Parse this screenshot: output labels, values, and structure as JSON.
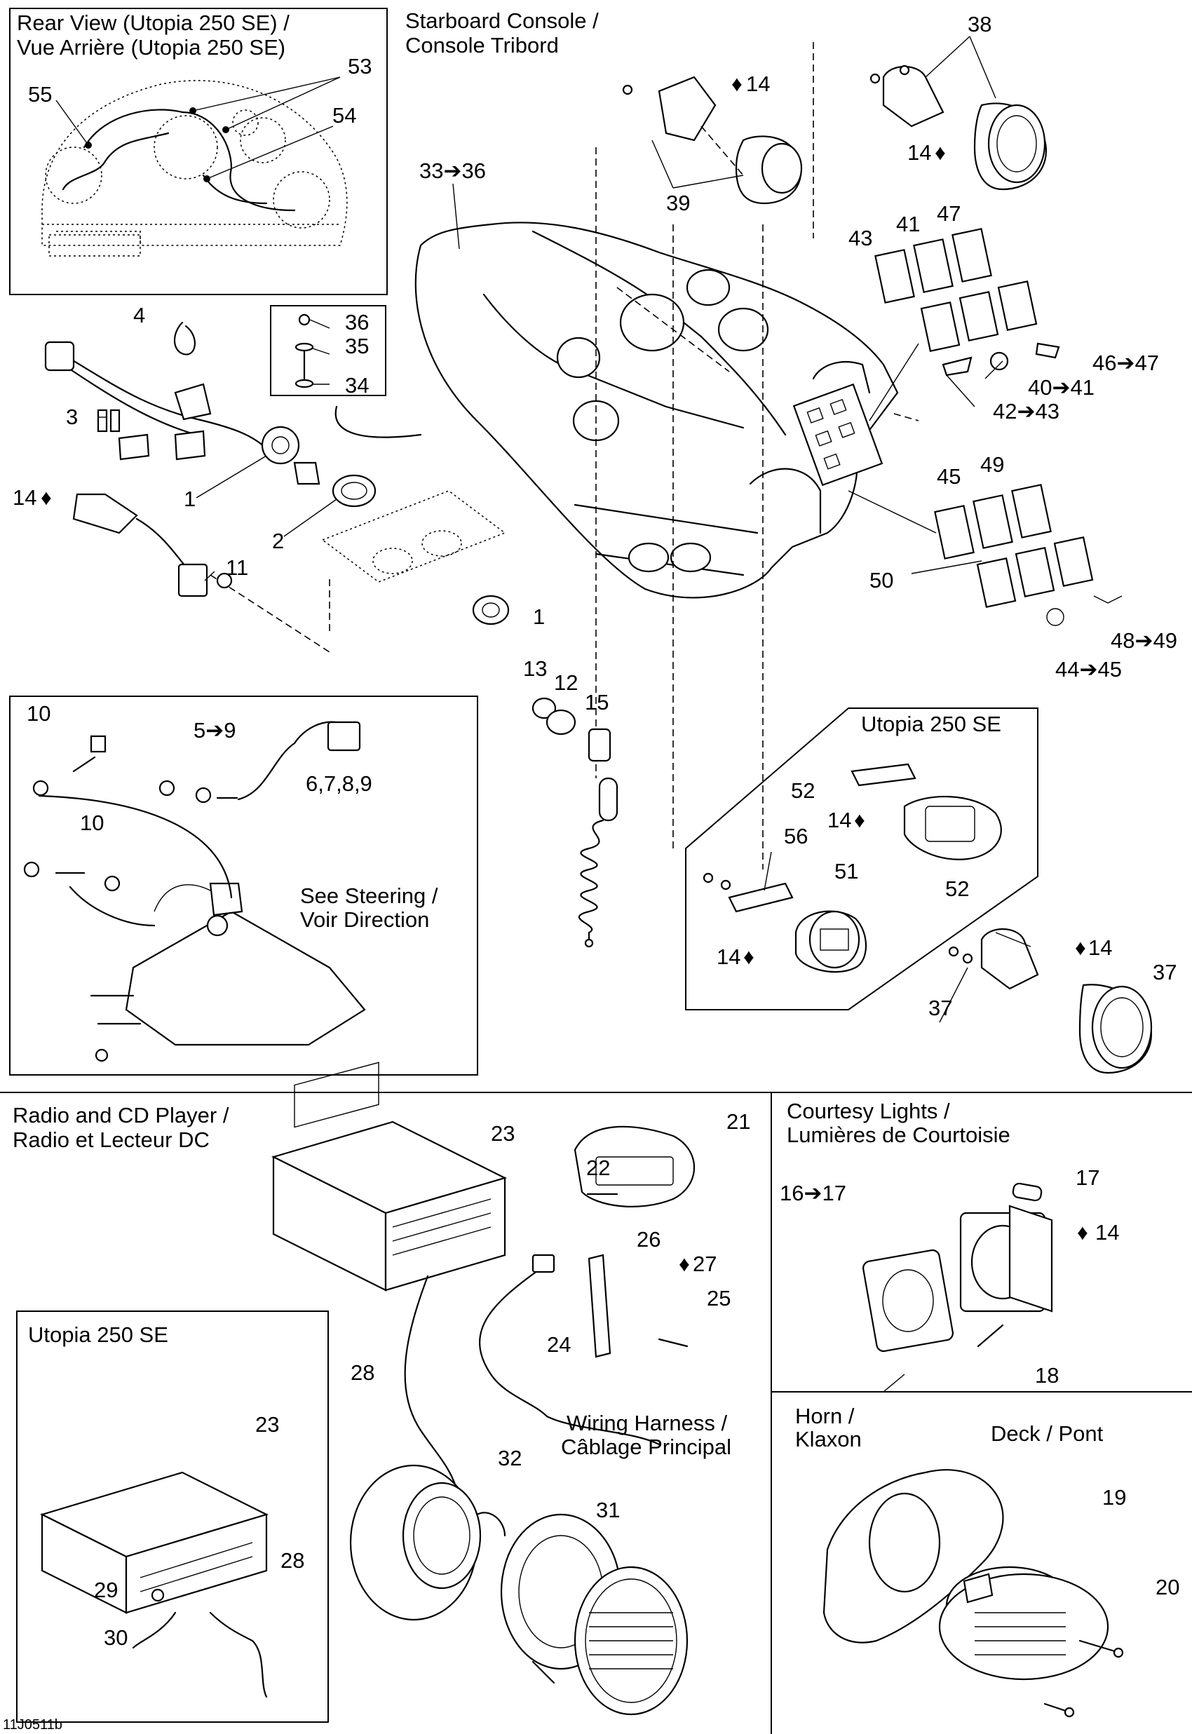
{
  "figure_code": "11J0511b",
  "sections": {
    "rear_view": {
      "line1": "Rear View (Utopia 250 SE) /",
      "line2": "Vue Arrière (Utopia 250 SE)"
    },
    "starboard_console": {
      "line1": "Starboard Console /",
      "line2": "Console Tribord"
    },
    "steering_ref": {
      "line1": "See  Steering /",
      "line2": "Voir Direction"
    },
    "utopia_gauges": {
      "title": "Utopia 250 SE"
    },
    "radio": {
      "line1": "Radio and CD Player /",
      "line2": "Radio et Lecteur DC"
    },
    "utopia_radio": {
      "title": "Utopia 250 SE"
    },
    "courtesy_lights": {
      "line1": "Courtesy Lights /",
      "line2": "Lumières de Courtoisie"
    },
    "harness": {
      "line1": "Wiring Harness /",
      "line2": "Câblage Principal"
    },
    "horn": {
      "line1": "Horn /",
      "line2": "Klaxon",
      "deck": "Deck / Pont"
    }
  },
  "callouts": {
    "c55": "55",
    "c53": "53",
    "c54": "54",
    "c33_36": "33➔36",
    "c14a": "14",
    "c39": "39",
    "c38": "38",
    "c14b": "14",
    "c43": "43",
    "c41": "41",
    "c47": "47",
    "c46_47": "46➔47",
    "c40_41": "40➔41",
    "c42_43": "42➔43",
    "c45": "45",
    "c49": "49",
    "c50": "50",
    "c48_49": "48➔49",
    "c44_45": "44➔45",
    "c36": "36",
    "c35": "35",
    "c34": "34",
    "c4": "4",
    "c3": "3",
    "c1a": "1",
    "c2": "2",
    "c14c": "14",
    "c11": "11",
    "c1b": "1",
    "c13": "13",
    "c12": "12",
    "c15": "15",
    "c10a": "10",
    "c5_9": "5➔9",
    "c6789": "6,7,8,9",
    "c10b": "10",
    "c52a": "52",
    "c14d": "14",
    "c52b": "52",
    "c56": "56",
    "c51": "51",
    "c14e": "14",
    "c14f": "14",
    "c37a": "37",
    "c37b": "37",
    "c23a": "23",
    "c21": "21",
    "c22": "22",
    "c26": "26",
    "c27": "27",
    "c25": "25",
    "c24": "24",
    "c28a": "28",
    "c16_17": "16➔17",
    "c17": "17",
    "c14g": "14",
    "c18": "18",
    "c23b": "23",
    "c28b": "28",
    "c29": "29",
    "c30": "30",
    "c32": "32",
    "c31": "31",
    "c19": "19",
    "c20": "20"
  }
}
